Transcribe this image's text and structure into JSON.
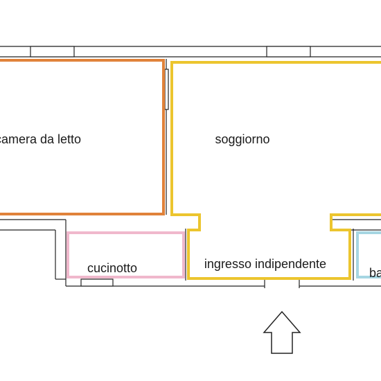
{
  "rooms": {
    "bedroom": {
      "label": "camera da letto",
      "color": "#e0823a"
    },
    "living": {
      "label": "soggiorno",
      "color": "#ecc52e"
    },
    "kitchen": {
      "label": "cucinotto",
      "color": "#f0b8cc"
    },
    "entrance": {
      "label": "ingresso indipendente",
      "color": "#ecc52e"
    },
    "bathroom": {
      "label": "bagno",
      "color": "#a6d6e2"
    }
  },
  "entry_arrow": {
    "icon": "arrow-up-outline-icon"
  }
}
